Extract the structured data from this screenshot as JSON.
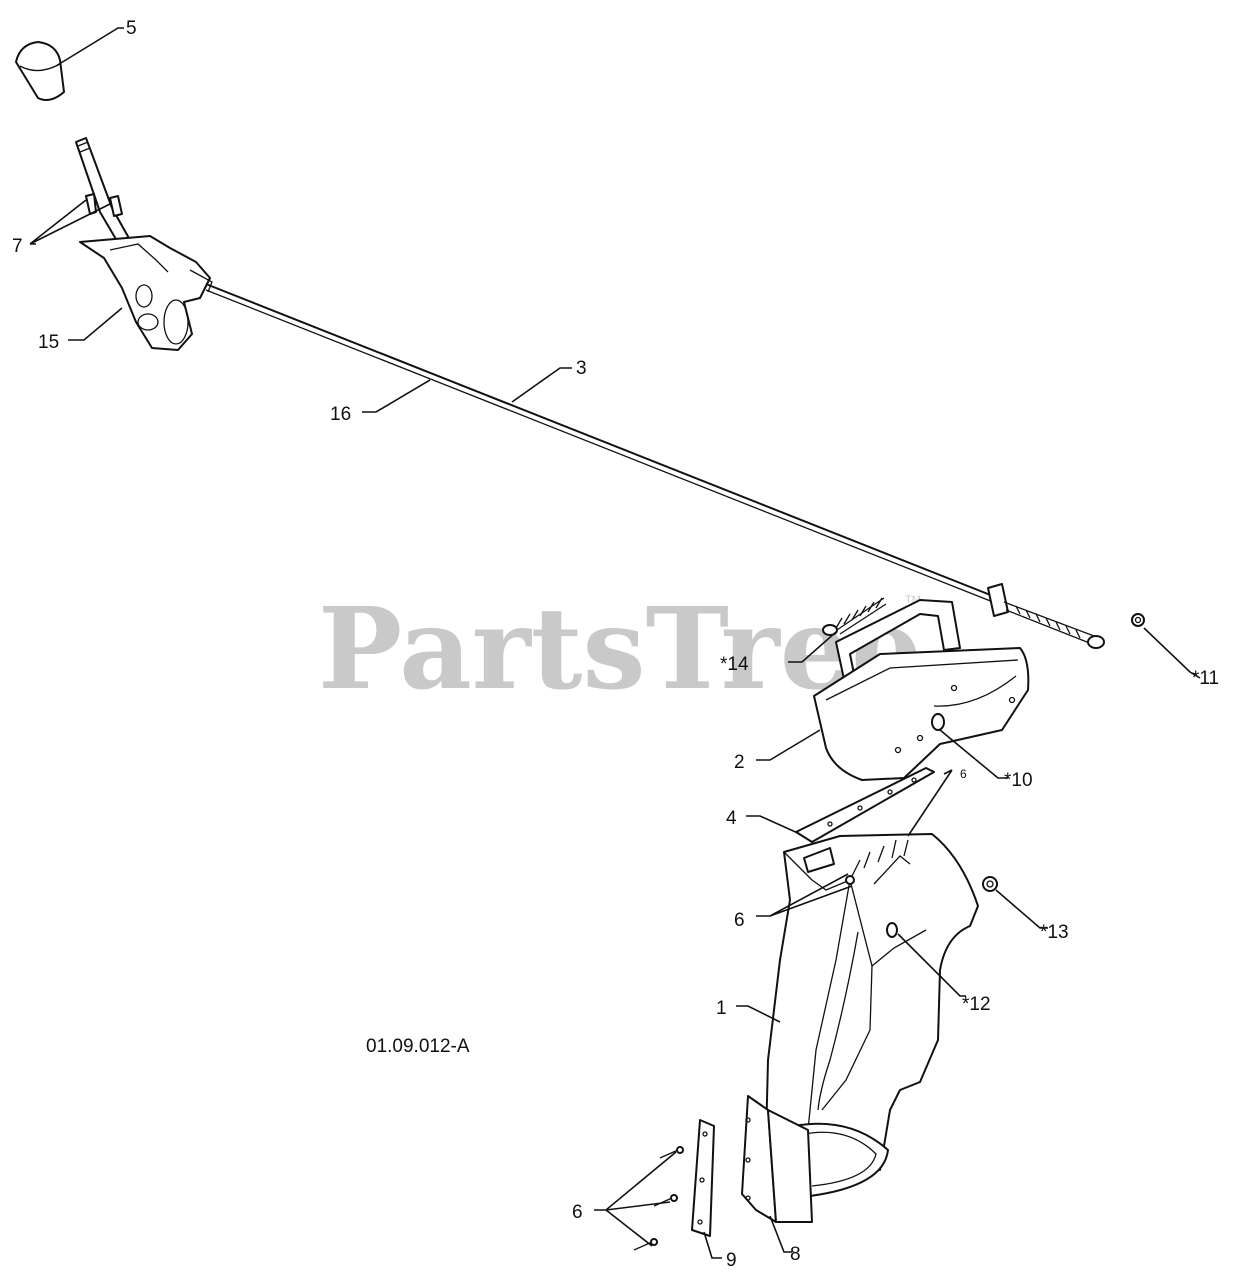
{
  "diagram": {
    "reference_code": "01.09.012-A",
    "watermark": "PartsTree",
    "watermark_mark": "TM",
    "callouts": [
      {
        "id": "c5",
        "label": "5"
      },
      {
        "id": "c7",
        "label": "7"
      },
      {
        "id": "c15",
        "label": "15"
      },
      {
        "id": "c16",
        "label": "16"
      },
      {
        "id": "c3",
        "label": "3"
      },
      {
        "id": "c14",
        "label": "*14"
      },
      {
        "id": "c11",
        "label": "*11"
      },
      {
        "id": "c2",
        "label": "2"
      },
      {
        "id": "c10",
        "label": "*10"
      },
      {
        "id": "c4",
        "label": "4"
      },
      {
        "id": "c6a",
        "label": "6"
      },
      {
        "id": "c6b",
        "label": "6"
      },
      {
        "id": "c13",
        "label": "*13"
      },
      {
        "id": "c12",
        "label": "*12"
      },
      {
        "id": "c1",
        "label": "1"
      },
      {
        "id": "c6c",
        "label": "6"
      },
      {
        "id": "c9",
        "label": "9"
      },
      {
        "id": "c8",
        "label": "8"
      }
    ]
  }
}
